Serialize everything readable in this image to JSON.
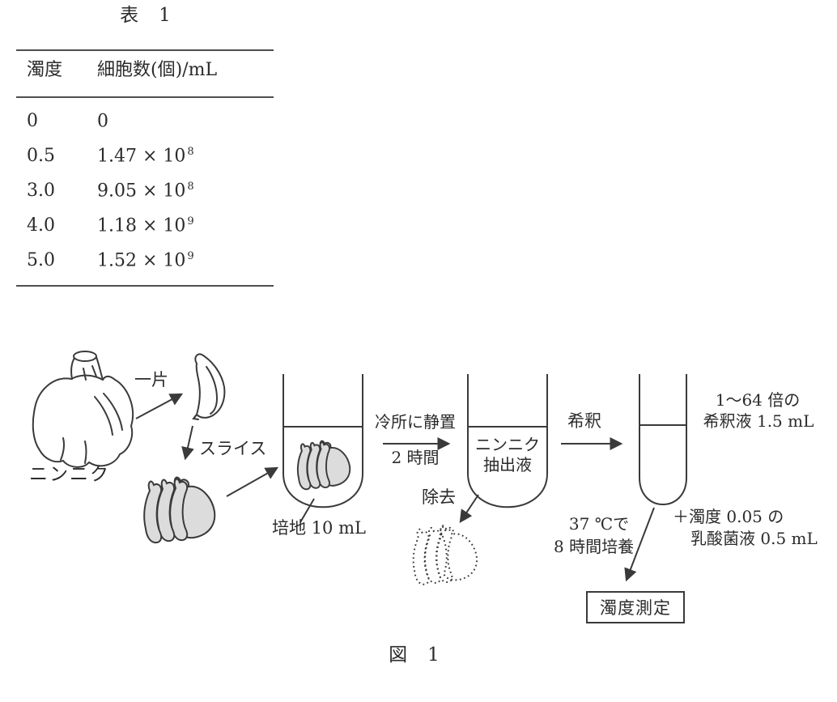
{
  "table": {
    "title": "表　1",
    "columns": [
      "濁度",
      "細胞数(個)/mL"
    ],
    "rows": [
      {
        "turbidity": "0",
        "cells": "0",
        "exponent": ""
      },
      {
        "turbidity": "0.5",
        "cells": "1.47 × 10",
        "exponent": "8"
      },
      {
        "turbidity": "3.0",
        "cells": "9.05 × 10",
        "exponent": "8"
      },
      {
        "turbidity": "4.0",
        "cells": "1.18 × 10",
        "exponent": "9"
      },
      {
        "turbidity": "5.0",
        "cells": "1.52 × 10",
        "exponent": "9"
      }
    ]
  },
  "figure": {
    "caption": "図　1",
    "labels": {
      "garlic": "ニンニク",
      "one_clove": "一片",
      "slice": "スライス",
      "medium": "培地 10 mL",
      "cold_rest_line1": "冷所に静置",
      "cold_rest_line2": "2 時間",
      "extract_line1": "ニンニク",
      "extract_line2": "抽出液",
      "remove": "除去",
      "dilute": "希釈",
      "dilution_line1": "1〜64 倍の",
      "dilution_line2": "希釈液 1.5 mL",
      "added_line1": "＋濁度 0.05 の",
      "added_line2": "乳酸菌液 0.5 mL",
      "incubate_line1": "37 ℃で",
      "incubate_line2": "8 時間培養",
      "measure": "濁度測定"
    }
  },
  "colors": {
    "ink": "#3a3a3a",
    "text": "#2b2b2b",
    "slice_fill": "#dcdcdc",
    "background": "#ffffff"
  }
}
